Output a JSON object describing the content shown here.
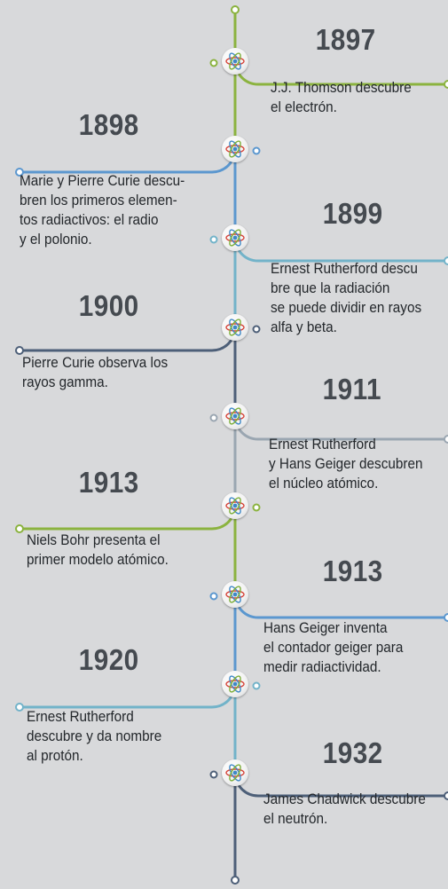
{
  "events": [
    {
      "year": "1897",
      "text": "J.J. Thomson descubre\nel electrón.",
      "color": "#8bb33f"
    },
    {
      "year": "1898",
      "text": "Marie y Pierre Curie descu-\nbren los primeros elemen-\ntos radiactivos: el radio\ny el polonio.",
      "color": "#5b97cf"
    },
    {
      "year": "1899",
      "text": "Ernest Rutherford descu\nbre que la radiación\nse puede dividir en rayos\nalfa y beta.",
      "color": "#72b3c9"
    },
    {
      "year": "1900",
      "text": "Pierre Curie observa los\nrayos gamma.",
      "color": "#4d5f78"
    },
    {
      "year": "1911",
      "text": "Ernest Rutherford\ny Hans Geiger descubren\nel núcleo atómico.",
      "color": "#9aa6b1"
    },
    {
      "year": "1913",
      "text": "Niels Bohr presenta el\nprimer modelo atómico.",
      "color": "#8bb33f"
    },
    {
      "year": "1913",
      "text": "Hans Geiger inventa\nel contador geiger para\nmedir radiactividad.",
      "color": "#5b97cf"
    },
    {
      "year": "1920",
      "text": "Ernest Rutherford\ndescubre y da nombre\nal protón.",
      "color": "#72b3c9"
    },
    {
      "year": "1932",
      "text": "James Chadwick descubre\nel neutrón.",
      "color": "#4d5f78"
    }
  ],
  "atom_icon": "atom-icon",
  "colors": {
    "background": "#d8d9db",
    "year_text": "#454a50",
    "body_text": "#23272b"
  }
}
